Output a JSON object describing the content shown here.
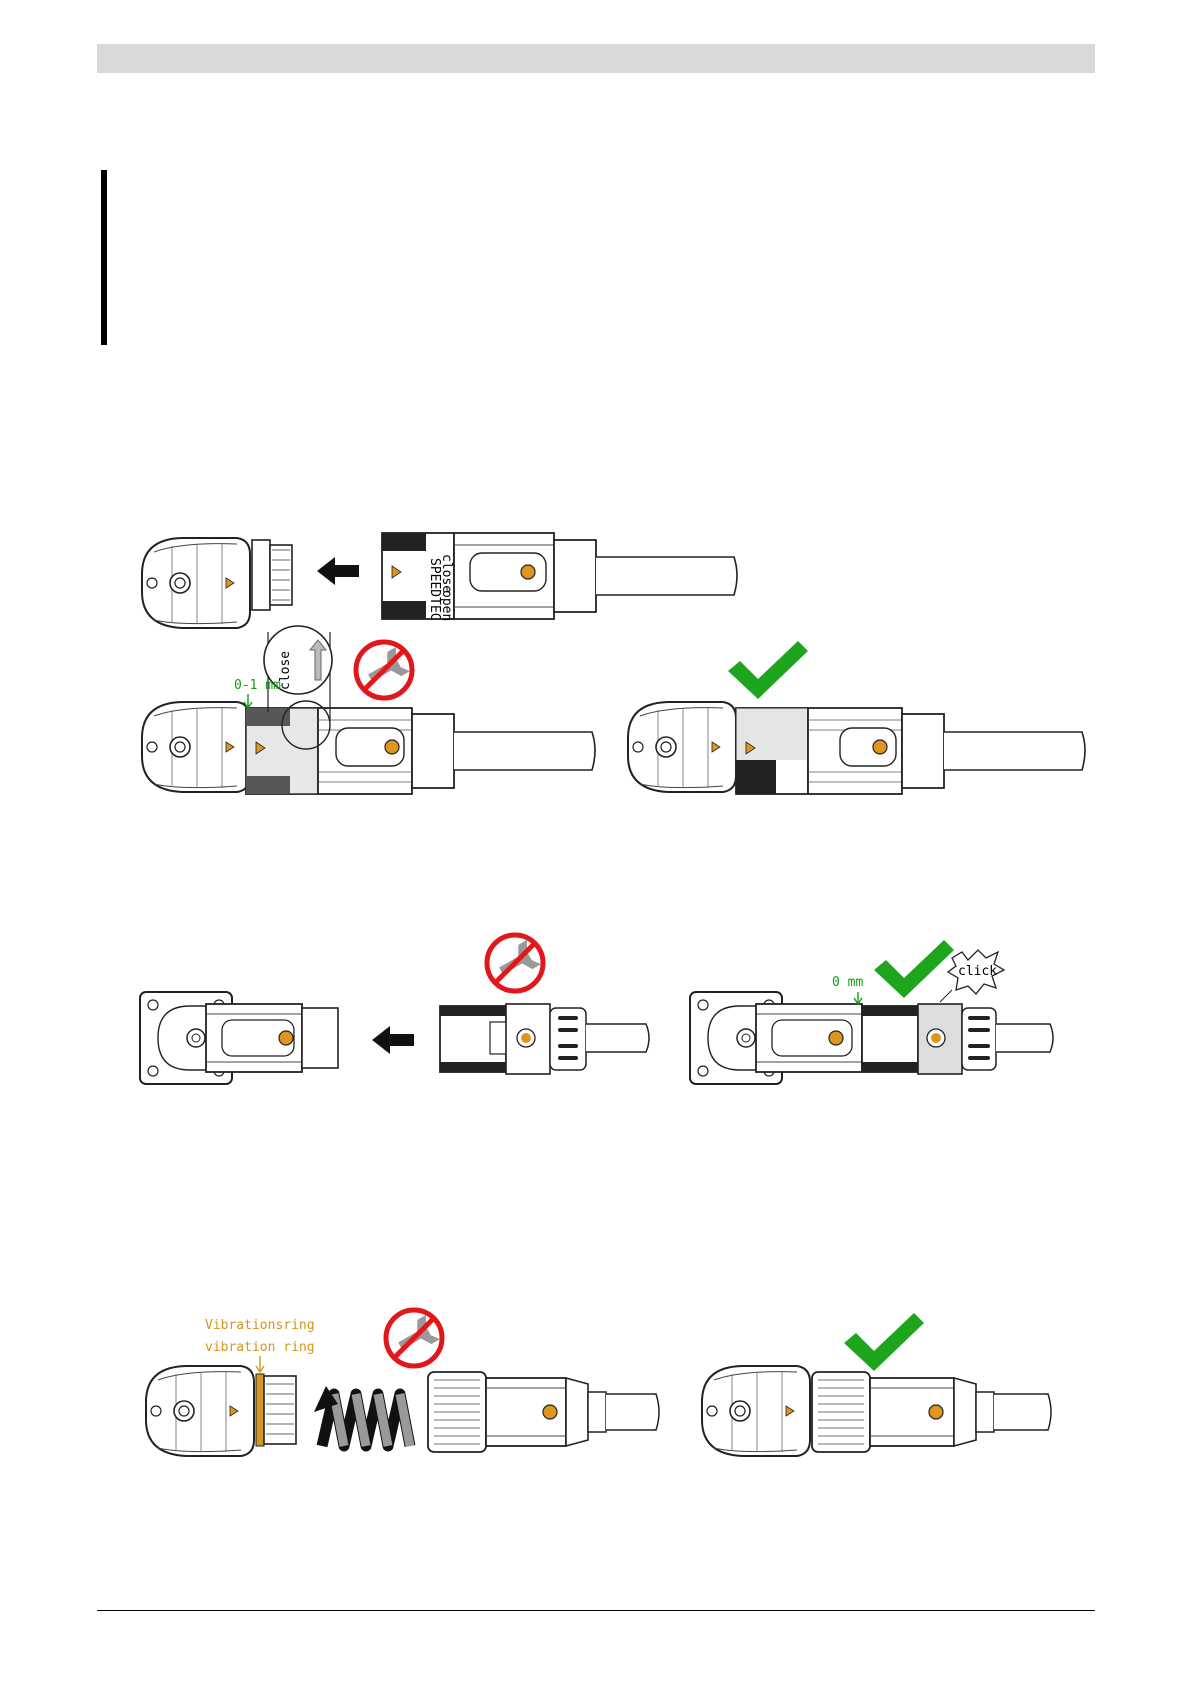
{
  "colors": {
    "header_bar": "#d9d9d9",
    "gap_label": "#1a9a1a",
    "vibration_label": "#d4961e",
    "check": "#1ea51e",
    "prohibited": "#e0181c",
    "screw_accent": "#e0961e"
  },
  "figure1": {
    "sleeve_text_close": "close",
    "sleeve_text_open": "open",
    "brand_text": "SPEEDTEC",
    "zoom_text": "close",
    "gap_label": "0-1 mm",
    "icons": [
      "push-arrow-icon",
      "no-wrench-icon",
      "checkmark-icon"
    ]
  },
  "figure2": {
    "gap_label": "0 mm",
    "click_label": "click",
    "icons": [
      "push-arrow-icon",
      "no-wrench-icon",
      "checkmark-icon"
    ]
  },
  "figure3": {
    "ring_label_de": "Vibrationsring",
    "ring_label_en": "vibration ring",
    "icons": [
      "no-wrench-icon",
      "rotate-spiral-icon",
      "checkmark-icon"
    ]
  }
}
